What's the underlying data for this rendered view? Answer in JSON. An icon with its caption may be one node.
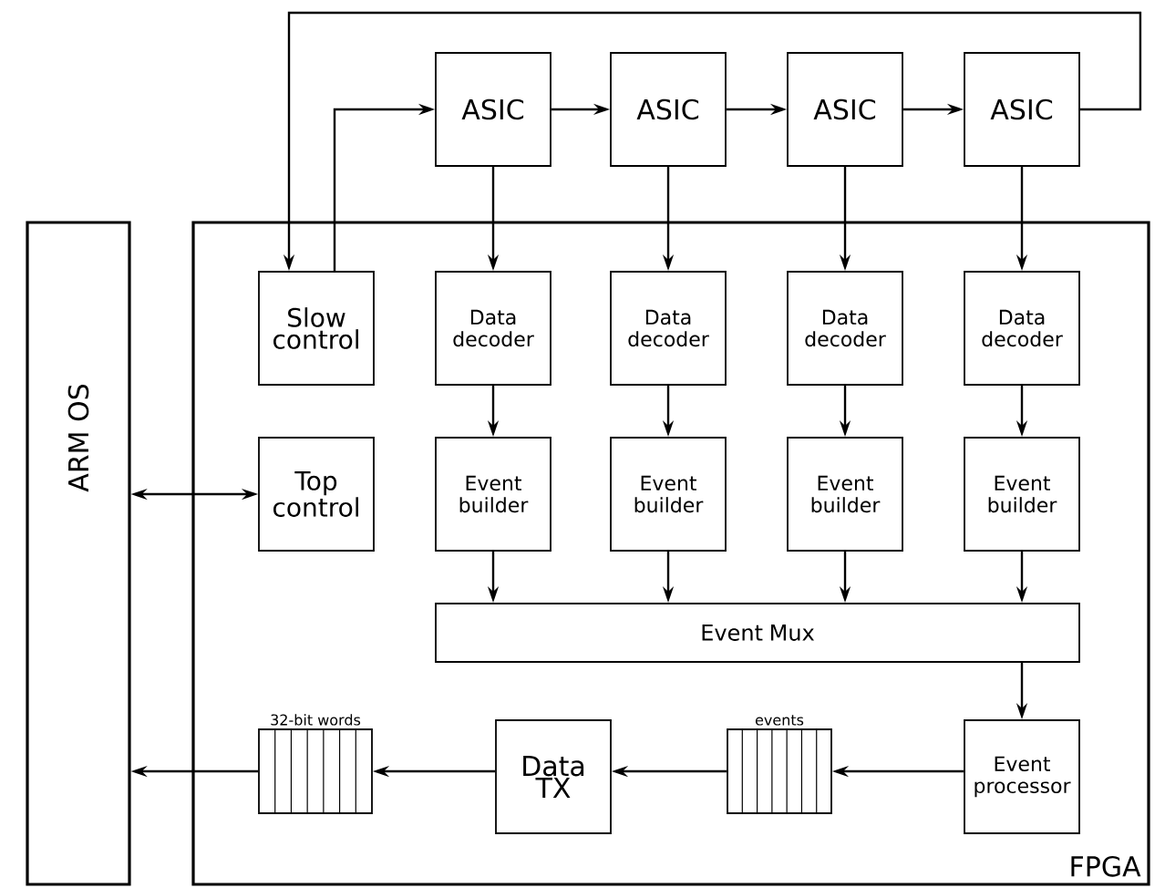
{
  "diagram": {
    "nodes": [
      {
        "text": [
          "ARM OS"
        ]
      },
      {
        "text": [
          "FPGA"
        ]
      },
      {
        "text": [
          "ASIC"
        ]
      },
      {
        "text": [
          "ASIC"
        ]
      },
      {
        "text": [
          "ASIC"
        ]
      },
      {
        "text": [
          "ASIC"
        ]
      },
      {
        "text": [
          "Slow control"
        ],
        "in": 1
      },
      {
        "text": [
          "Data decoder"
        ],
        "in": 1
      },
      {
        "text": [
          "Data decoder"
        ],
        "in": 1
      },
      {
        "text": [
          "Data decoder"
        ],
        "in": 1
      },
      {
        "text": [
          "Data decoder"
        ],
        "in": 1
      },
      {
        "text": [
          "Top control"
        ],
        "in": 1
      },
      {
        "text": [
          "Event builder"
        ],
        "in": 1
      },
      {
        "text": [
          "Event builder"
        ],
        "in": 1
      },
      {
        "text": [
          "Event builder"
        ],
        "in": 1
      },
      {
        "text": [
          "Event builder"
        ],
        "in": 1
      },
      {
        "text": [
          "Event Mux"
        ],
        "in": 1
      },
      {
        "text": [
          "Event processor"
        ],
        "in": 1
      },
      {
        "text": [],
        "shape": "box",
        "beside": [
          "events"
        ],
        "in": 1
      },
      {
        "text": [
          "Data TX"
        ],
        "in": 1
      },
      {
        "text": [],
        "shape": "box",
        "beside": [
          "32-bit words"
        ],
        "in": 1
      }
    ],
    "edges": [
      {
        "from": 6,
        "to": 2,
        "arrow": "to"
      },
      {
        "from": 2,
        "to": 3,
        "arrow": "to"
      },
      {
        "from": 3,
        "to": 4,
        "arrow": "to"
      },
      {
        "from": 4,
        "to": 5,
        "arrow": "to"
      },
      {
        "from": 5,
        "to": 6,
        "arrow": "to"
      },
      {
        "from": 2,
        "to": 7,
        "arrow": "to"
      },
      {
        "from": 3,
        "to": 8,
        "arrow": "to"
      },
      {
        "from": 4,
        "to": 9,
        "arrow": "to"
      },
      {
        "from": 5,
        "to": 10,
        "arrow": "to"
      },
      {
        "from": 7,
        "to": 12,
        "arrow": "to"
      },
      {
        "from": 8,
        "to": 13,
        "arrow": "to"
      },
      {
        "from": 9,
        "to": 14,
        "arrow": "to"
      },
      {
        "from": 10,
        "to": 15,
        "arrow": "to"
      },
      {
        "from": 12,
        "to": 16,
        "arrow": "to"
      },
      {
        "from": 13,
        "to": 16,
        "arrow": "to"
      },
      {
        "from": 14,
        "to": 16,
        "arrow": "to"
      },
      {
        "from": 15,
        "to": 16,
        "arrow": "to"
      },
      {
        "from": 16,
        "to": 17,
        "arrow": "to"
      },
      {
        "from": 17,
        "to": 18,
        "arrow": "to"
      },
      {
        "from": 18,
        "to": 19,
        "arrow": "to"
      },
      {
        "from": 19,
        "to": 20,
        "arrow": "to"
      },
      {
        "from": 20,
        "to": 0,
        "arrow": "to"
      },
      {
        "from": 0,
        "to": 11,
        "arrow": "both"
      }
    ]
  }
}
